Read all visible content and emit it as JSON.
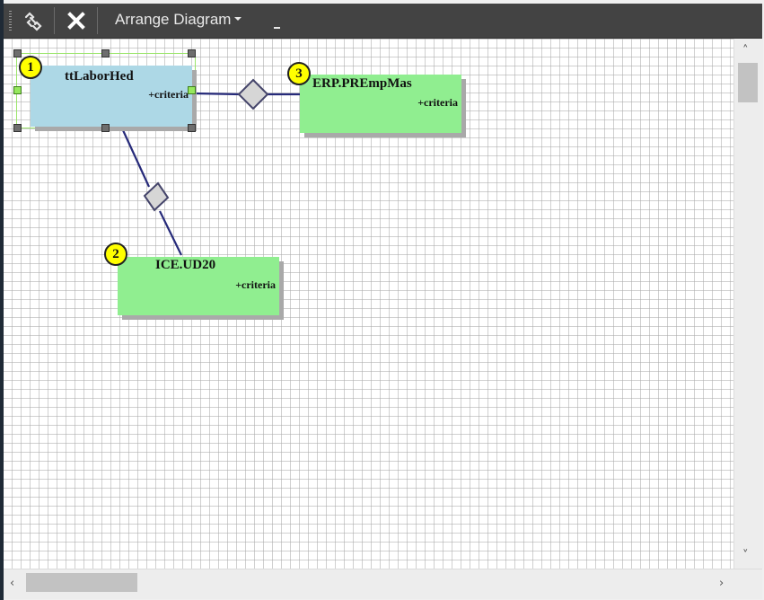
{
  "toolbar": {
    "link_icon": "link-icon",
    "close_icon": "close-icon",
    "arrange_label": "Arrange Diagram"
  },
  "diagram": {
    "nodes": [
      {
        "id": "ttLaborHed",
        "title": "ttLaborHed",
        "subtitle": "+criteria",
        "badge": "1",
        "color": "#add8e6",
        "selected": true
      },
      {
        "id": "ERP.PREmpMas",
        "title": "ERP.PREmpMas",
        "subtitle": "+criteria",
        "badge": "3",
        "color": "#90ee90",
        "selected": false
      },
      {
        "id": "ICE.UD20",
        "title": "ICE.UD20",
        "subtitle": "+criteria",
        "badge": "2",
        "color": "#90ee90",
        "selected": false
      }
    ]
  },
  "scrollbars": {
    "up_icon": "chevron-up-icon",
    "down_icon": "chevron-down-icon",
    "left_icon": "chevron-left-icon",
    "right_icon": "chevron-right-icon"
  }
}
